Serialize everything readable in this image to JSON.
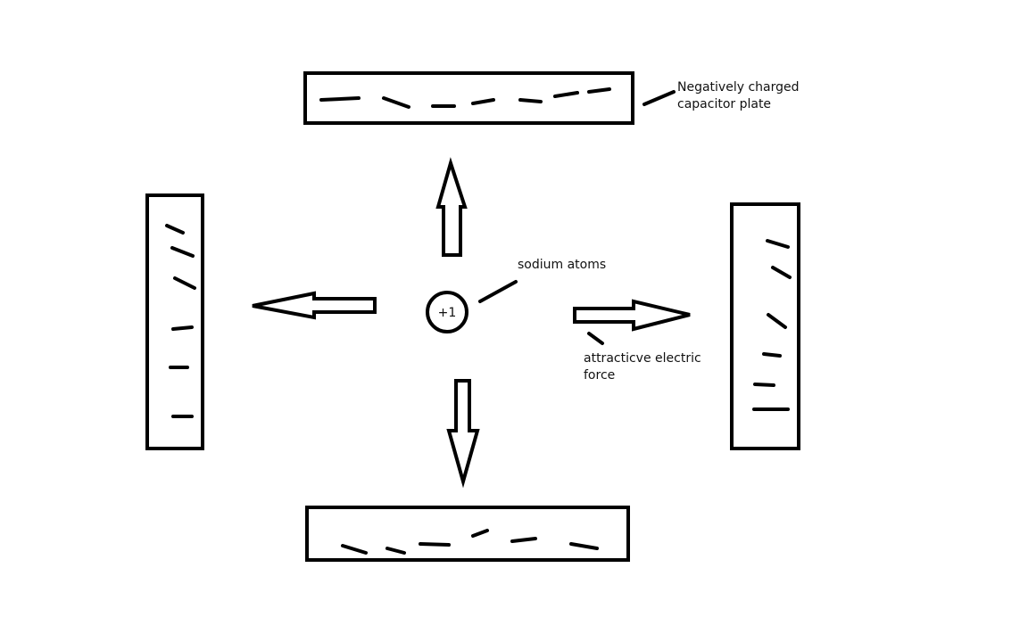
{
  "labels": {
    "plate_label_line1": "Negatively charged",
    "plate_label_line2": "capacitor plate",
    "atom_label": "sodium atoms",
    "force_label_line1": "attracticve electric",
    "force_label_line2": "force",
    "atom_charge": "+1"
  },
  "colors": {
    "ink": "#000000",
    "background": "#ffffff"
  }
}
